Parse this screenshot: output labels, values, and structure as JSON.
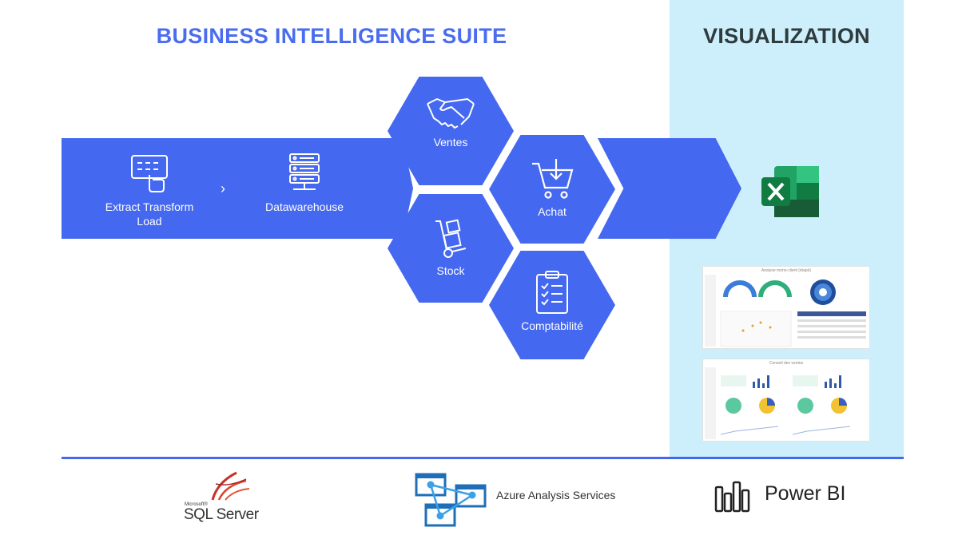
{
  "headings": {
    "bi_suite": "BUSINESS INTELLIGENCE SUITE",
    "visualization": "VISUALIZATION"
  },
  "pipeline": {
    "etl_line1": "Extract Transform",
    "etl_line2": "Load",
    "datawarehouse": "Datawarehouse",
    "separator": "›"
  },
  "modules": {
    "ventes": "Ventes",
    "achat": "Achat",
    "stock": "Stock",
    "comptabilite": "Comptabilité"
  },
  "dashboards": {
    "first_title": "Analyse mono-client (étapé)",
    "second_title": "Conseil des ventes"
  },
  "tools": {
    "sql_brand": "Microsoft®",
    "sql_name": "SQL Server",
    "azure": "Azure Analysis Services",
    "powerbi": "Power BI"
  },
  "colors": {
    "accent_blue": "#4468f0",
    "viz_panel": "#cdeffc",
    "heading_dark": "#2f3b3d",
    "excel_green": "#21a366",
    "powerbi_dark": "#222222"
  }
}
